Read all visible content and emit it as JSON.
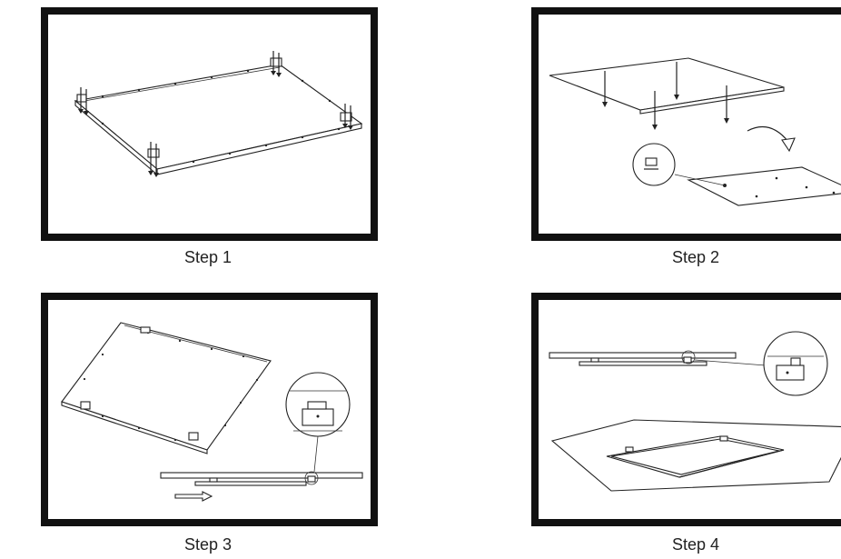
{
  "steps": [
    {
      "label": "Step 1"
    },
    {
      "label": "Step 2"
    },
    {
      "label": "Step 3"
    },
    {
      "label": "Step 4"
    }
  ],
  "colors": {
    "frame": "#111111",
    "line": "#222222",
    "background": "#ffffff"
  }
}
